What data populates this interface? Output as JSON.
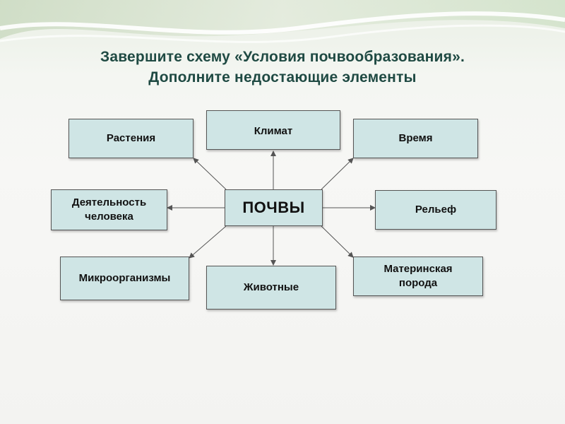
{
  "title": {
    "line1": "Завершите схему «Условия почвообразования».",
    "line2": "Дополните недостающие элементы"
  },
  "diagram": {
    "center": "ПОЧВЫ",
    "nodes": {
      "plants": "Растения",
      "climate": "Климат",
      "time": "Время",
      "human_activity": "Деятельность человека",
      "relief": "Рельеф",
      "microorganisms": "Микроорганизмы",
      "animals": "Животные",
      "parent_rock": "Материнская порода"
    }
  },
  "colors": {
    "box_fill": "#cfe5e5",
    "box_border": "#555555",
    "title_text": "#1f4a43",
    "arrow": "#555555"
  }
}
